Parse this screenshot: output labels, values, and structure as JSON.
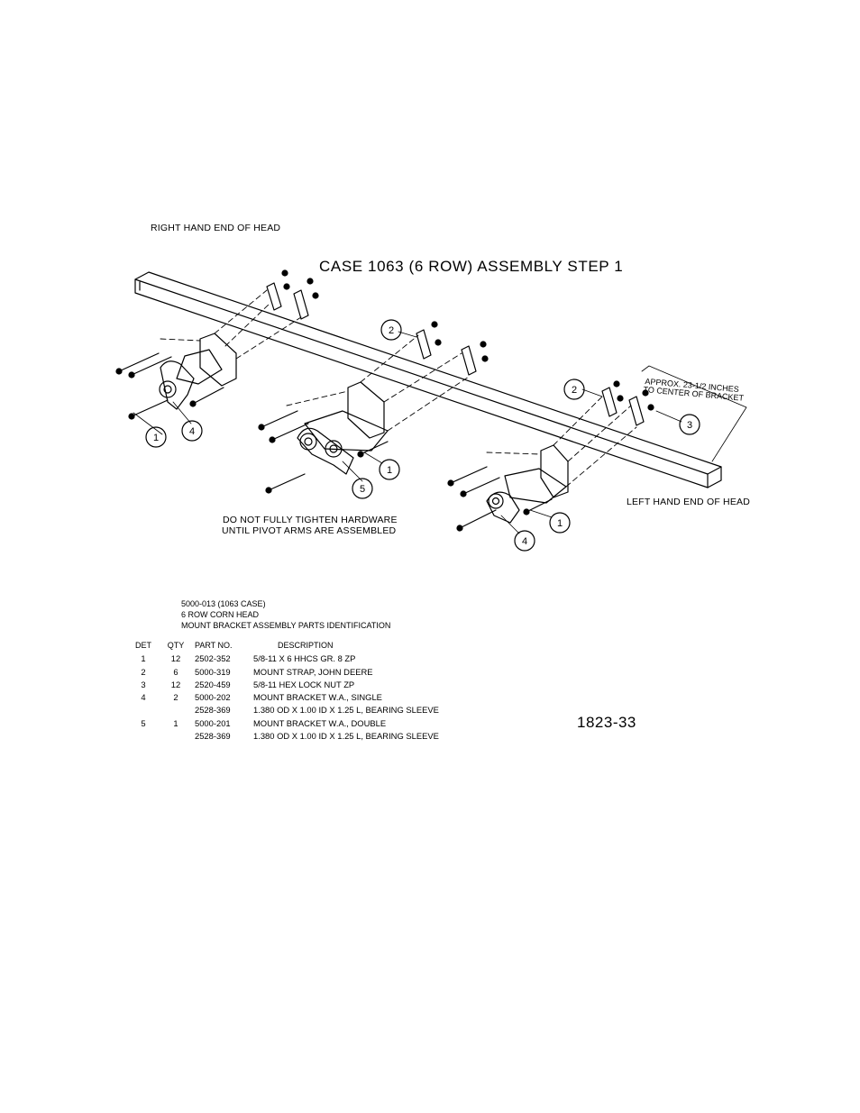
{
  "drawing": {
    "title": "CASE 1063 (6 ROW) ASSEMBLY STEP 1",
    "right_end_label": "RIGHT HAND END OF HEAD",
    "left_end_label": "LEFT HAND END OF HEAD",
    "approx_note_1": "APPROX. 23-1/2 INCHES",
    "approx_note_2": "TO CENTER OF BRACKET",
    "warning_1": "DO NOT FULLY TIGHTEN HARDWARE",
    "warning_2": "UNTIL PIVOT ARMS ARE ASSEMBLED",
    "balloons": [
      "1",
      "4",
      "2",
      "5",
      "1",
      "2",
      "3",
      "1",
      "4"
    ],
    "drawing_number": "1823-33"
  },
  "parts_id": {
    "line1": "5000-013 (1063 CASE)",
    "line2": "6 ROW CORN HEAD",
    "line3": "MOUNT BRACKET ASSEMBLY PARTS IDENTIFICATION",
    "headers": {
      "det": "DET",
      "qty": "QTY",
      "part": "PART NO.",
      "desc": "DESCRIPTION"
    },
    "rows": [
      {
        "det": "1",
        "qty": "12",
        "part": "2502-352",
        "desc": "5/8-11 X 6 HHCS GR. 8 ZP"
      },
      {
        "det": "2",
        "qty": "6",
        "part": "5000-319",
        "desc": "MOUNT STRAP, JOHN DEERE"
      },
      {
        "det": "3",
        "qty": "12",
        "part": "2520-459",
        "desc": "5/8-11 HEX LOCK NUT ZP"
      },
      {
        "det": "4",
        "qty": "2",
        "part": "5000-202",
        "desc": "MOUNT BRACKET W.A., SINGLE"
      },
      {
        "det": "",
        "qty": "",
        "part": "2528-369",
        "desc": "1.380 OD X 1.00 ID X 1.25 L, BEARING SLEEVE"
      },
      {
        "det": "5",
        "qty": "1",
        "part": "5000-201",
        "desc": "MOUNT BRACKET W.A., DOUBLE"
      },
      {
        "det": "",
        "qty": "",
        "part": "2528-369",
        "desc": "1.380 OD X 1.00 ID X 1.25 L, BEARING SLEEVE"
      }
    ]
  }
}
